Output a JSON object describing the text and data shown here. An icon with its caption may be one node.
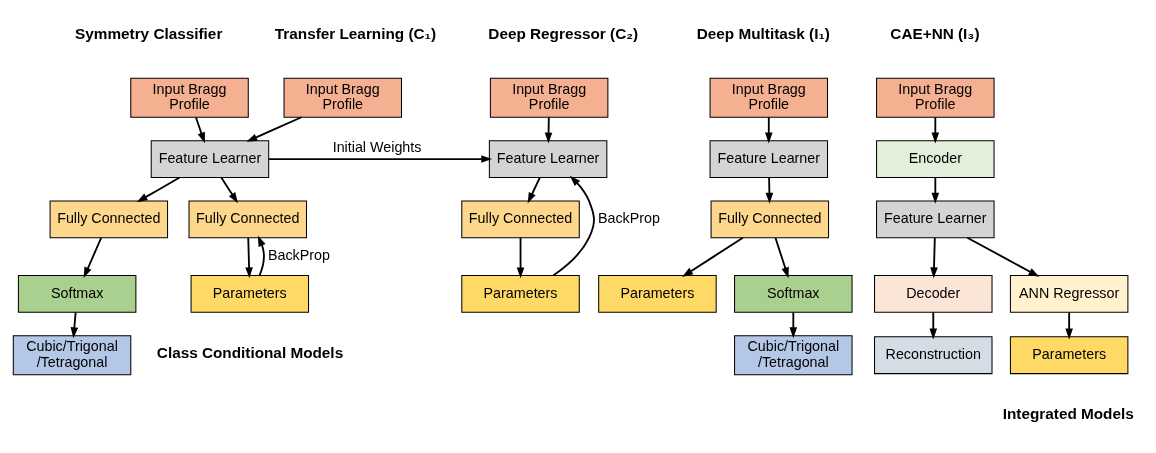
{
  "diagram": {
    "nodes": [
      {
        "text": [
          "Input Bragg Profile"
        ]
      },
      {
        "text": [
          "Feature Learner"
        ]
      },
      {
        "text": [
          "Fully Connected"
        ]
      },
      {
        "text": [
          "Softmax"
        ]
      },
      {
        "text": [
          "Cubic/Trigonal /Tetragonal"
        ]
      },
      {
        "text": [
          "Input Bragg Profile"
        ]
      },
      {
        "text": [
          "Fully Connected"
        ]
      },
      {
        "text": [
          "Parameters"
        ]
      },
      {
        "text": [
          "Input Bragg Profile"
        ]
      },
      {
        "text": [
          "Feature Learner"
        ]
      },
      {
        "text": [
          "Fully Connected"
        ]
      },
      {
        "text": [
          "Parameters"
        ]
      },
      {
        "text": [
          "Input Bragg Profile"
        ]
      },
      {
        "text": [
          "Feature Learner"
        ]
      },
      {
        "text": [
          "Fully Connected"
        ]
      },
      {
        "text": [
          "Softmax"
        ]
      },
      {
        "text": [
          "Cubic/Trigonal /Tetragonal"
        ]
      },
      {
        "text": [
          "Parameters"
        ]
      },
      {
        "text": [
          "Input Bragg Profile"
        ]
      },
      {
        "text": [
          "Encoder"
        ]
      },
      {
        "text": [
          "Feature Learner"
        ]
      },
      {
        "text": [
          "ANN Regressor"
        ]
      },
      {
        "text": [
          "Decoder"
        ]
      },
      {
        "text": [
          "Parameters"
        ]
      },
      {
        "text": [
          "Reconstruction"
        ]
      }
    ],
    "edges": [
      {
        "from": 0,
        "to": 1,
        "arrow": "to"
      },
      {
        "from": 5,
        "to": 1,
        "arrow": "to"
      },
      {
        "from": 1,
        "to": 9,
        "arrow": "to",
        "label": "Initial Weights"
      },
      {
        "from": 1,
        "to": 2,
        "arrow": "to"
      },
      {
        "from": 1,
        "to": 6,
        "arrow": "to"
      },
      {
        "from": 2,
        "to": 3,
        "arrow": "to"
      },
      {
        "from": 3,
        "to": 4,
        "arrow": "to"
      },
      {
        "from": 6,
        "to": 7,
        "arrow": "to"
      },
      {
        "from": 7,
        "to": 6,
        "arrow": "to",
        "label": "BackProp"
      },
      {
        "from": 8,
        "to": 9,
        "arrow": "to"
      },
      {
        "from": 9,
        "to": 10,
        "arrow": "to"
      },
      {
        "from": 10,
        "to": 11,
        "arrow": "to"
      },
      {
        "from": 11,
        "to": 9,
        "arrow": "to",
        "label": "BackProp"
      },
      {
        "from": 12,
        "to": 13,
        "arrow": "to"
      },
      {
        "from": 13,
        "to": 14,
        "arrow": "to"
      },
      {
        "from": 14,
        "to": 15,
        "arrow": "to"
      },
      {
        "from": 14,
        "to": 17,
        "arrow": "to"
      },
      {
        "from": 15,
        "to": 16,
        "arrow": "to"
      },
      {
        "from": 18,
        "to": 19,
        "arrow": "to"
      },
      {
        "from": 19,
        "to": 20,
        "arrow": "to"
      },
      {
        "from": 20,
        "to": 21,
        "arrow": "to"
      },
      {
        "from": 20,
        "to": 22,
        "arrow": "to"
      },
      {
        "from": 21,
        "to": 23,
        "arrow": "to"
      },
      {
        "from": 22,
        "to": 24,
        "arrow": "to"
      }
    ],
    "labels": [
      "Symmetry Classifier",
      "Transfer Learning (C₁)",
      "Deep Regressor (C₂)",
      "Deep Multitask (I₁)",
      "CAE+NN (I₃)",
      "Class Conditional Models",
      "Integrated Models"
    ]
  }
}
